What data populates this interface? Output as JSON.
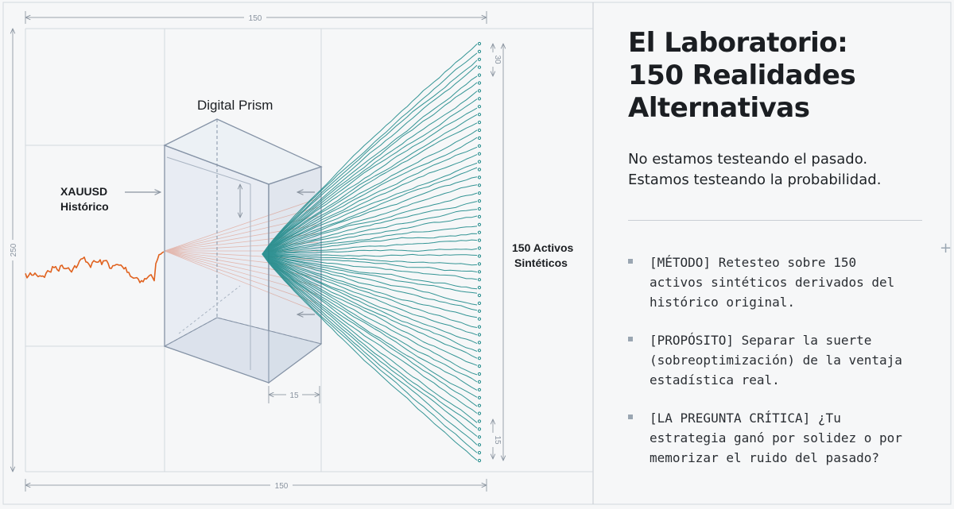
{
  "diagram": {
    "top_dimension": "150",
    "bottom_dimension": "150",
    "left_dimension": "250",
    "prism_width_dimension": "15",
    "right_top_dimension": "30",
    "right_bottom_dimension": "15",
    "source_label_line1": "XAUUSD",
    "source_label_line2": "Histórico",
    "prism_label": "Digital Prism",
    "output_label_line1": "150 Activos",
    "output_label_line2": "Sintéticos",
    "colors": {
      "history": "#e0621f",
      "synthetic": "#1f8a8a",
      "prism_fill": "#d9e2ee",
      "prism_stroke": "#8593a6"
    }
  },
  "panel": {
    "title_lines": [
      "El Laboratorio:",
      "150 Realidades",
      "Alternativas"
    ],
    "subtitle_lines": [
      "No estamos testeando el pasado.",
      "Estamos testeando la probabilidad."
    ],
    "points": [
      {
        "lines": [
          "[MÉTODO] Retesteo sobre 150",
          "activos sintéticos derivados del",
          "histórico original."
        ]
      },
      {
        "lines": [
          "[PROPÓSITO] Separar la suerte",
          "(sobreoptimización) de la ventaja",
          "estadística real."
        ]
      },
      {
        "lines": [
          "[LA PREGUNTA CRÍTICA] ¿Tu",
          "estrategia ganó por solidez o por",
          "memorizar el ruido del pasado?"
        ]
      }
    ]
  }
}
